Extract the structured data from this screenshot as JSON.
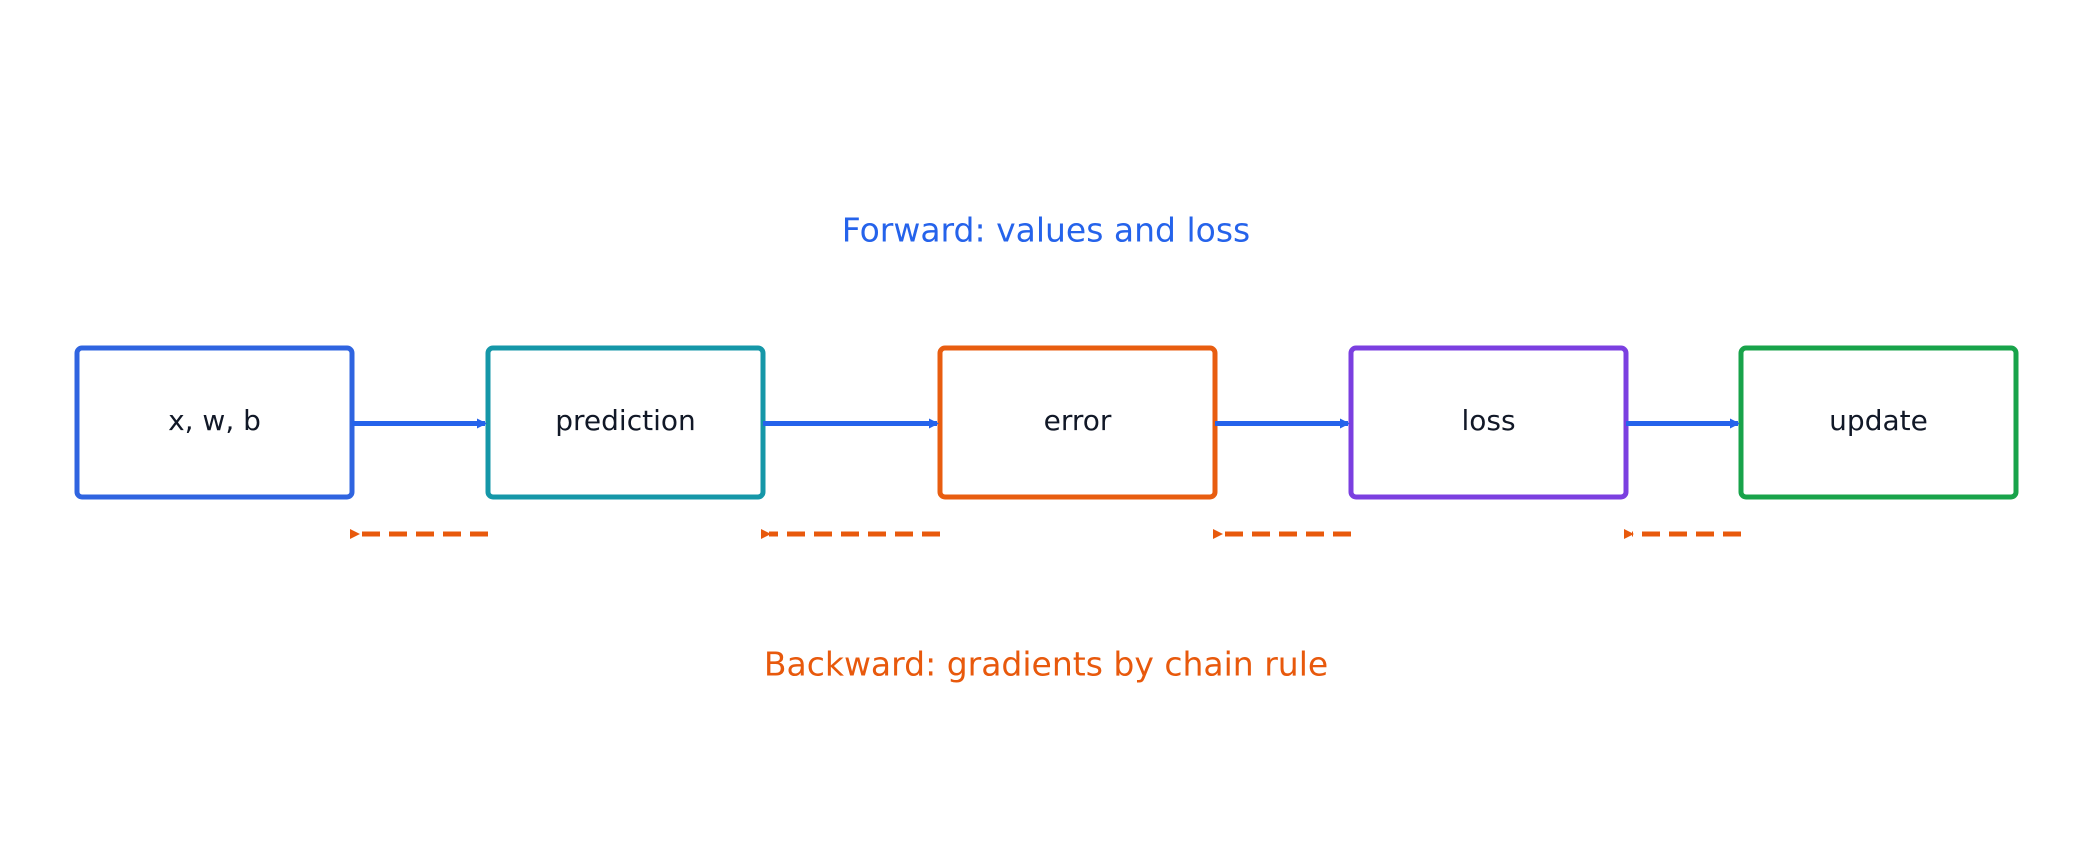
{
  "captions": {
    "forward": "Forward: values and loss",
    "backward": "Backward: gradients by chain rule"
  },
  "nodes": [
    {
      "id": "inputs",
      "label": "x, w, b",
      "color": "#2f64e0"
    },
    {
      "id": "prediction",
      "label": "prediction",
      "color": "#1597a8"
    },
    {
      "id": "error",
      "label": "error",
      "color": "#e85d10"
    },
    {
      "id": "loss",
      "label": "loss",
      "color": "#7b3fe0"
    },
    {
      "id": "update",
      "label": "update",
      "color": "#18a34a"
    }
  ],
  "colors": {
    "forward": "#2563eb",
    "backward": "#e8590c",
    "label_text": "#111827"
  }
}
